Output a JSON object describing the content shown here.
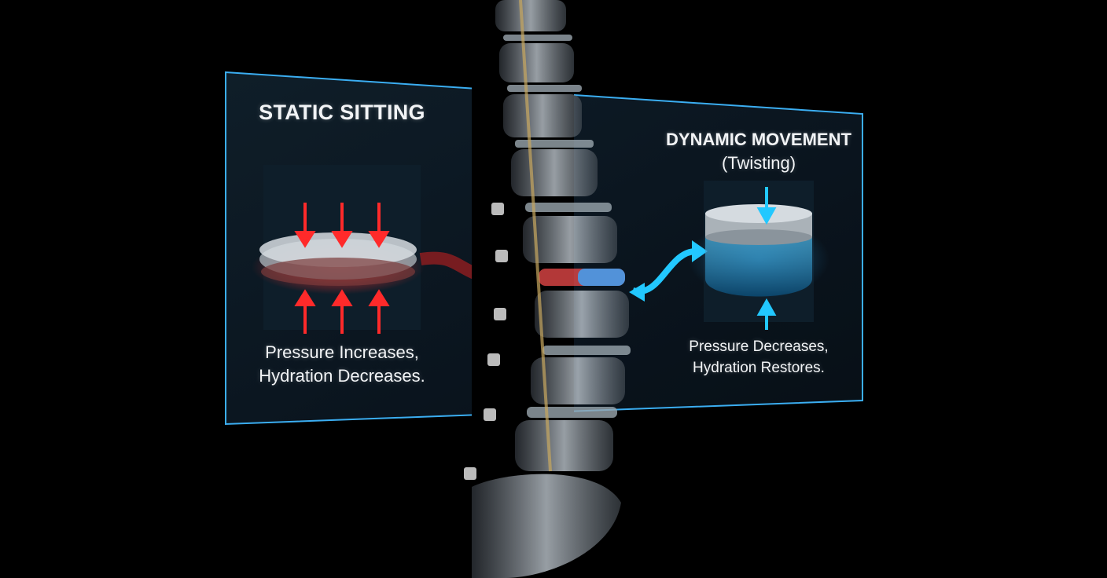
{
  "left_panel": {
    "title": "STATIC SITTING",
    "caption_line1": "Pressure Increases,",
    "caption_line2": "Hydration Decreases.",
    "accent": "#ff2a2a"
  },
  "right_panel": {
    "title": "DYNAMIC MOVEMENT",
    "subtitle": "(Twisting)",
    "caption_line1": "Pressure Decreases,",
    "caption_line2": "Hydration Restores.",
    "accent": "#22c8ff"
  },
  "panel_border": "#3fb8ff"
}
